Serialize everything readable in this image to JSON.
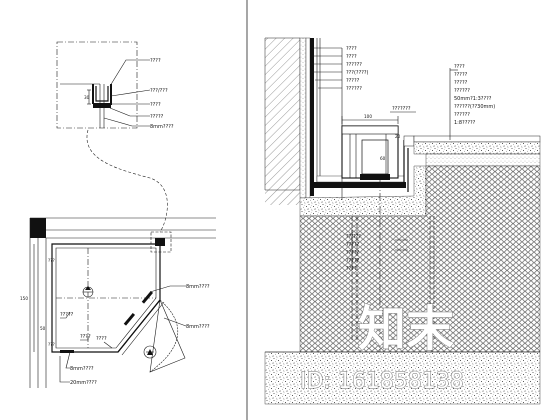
{
  "detail_labels": {
    "l1": "????",
    "l2": "???/???",
    "l3": "????",
    "l4": "?????",
    "l5": "8mm????",
    "dim": "30"
  },
  "plan_labels": {
    "p1": "8mm????",
    "p2": "8mm????",
    "p3": "?????",
    "p4": "????",
    "p5": "????",
    "p6": "8mm????",
    "p7": "20mm????",
    "left1": "???",
    "left2": "???",
    "dim_a": "150",
    "dim_b": "50"
  },
  "section_left_labels": {
    "s1": "????",
    "s2": "????",
    "s3": "??????",
    "s4": "???(????)",
    "s5": "?????",
    "s6": "??????",
    "s7": "??/???",
    "s8": "?????",
    "s9": "?????",
    "s10": "?????",
    "s11": "????"
  },
  "section_right_labels": {
    "r1": "????",
    "r2": "?????",
    "r3": "?????",
    "r4": "??????",
    "r5": "50mm?1:3????",
    "r6": "??????(??30mm)",
    "r7": "??????",
    "r8": "1:8?????",
    "mid": "???????"
  },
  "section_dims": {
    "d1": "100",
    "d2": "60",
    "d3": "20"
  },
  "watermark": {
    "logo_text": "知末",
    "id_text": "ID: 161858138"
  }
}
